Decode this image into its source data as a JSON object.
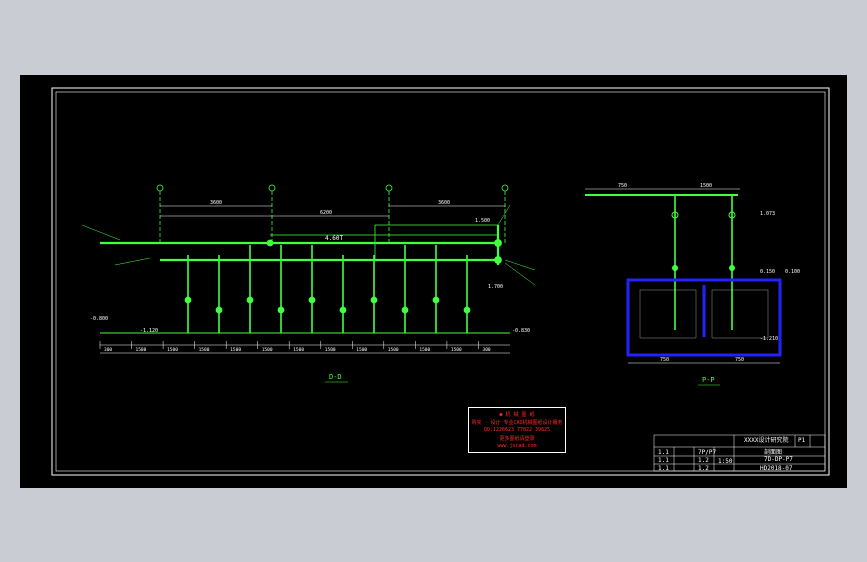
{
  "views": {
    "main_label": "D-D",
    "side_label": "P-P"
  },
  "dimensions": {
    "top_spans": [
      "3600",
      "6200",
      "3600"
    ],
    "right_small": "1.500",
    "side_top": [
      "750",
      "1500"
    ],
    "side_bottom": [
      "750",
      "750"
    ],
    "elev_main": "4.60T",
    "elev_right": "1.700",
    "bottom_row": [
      "300",
      "1500",
      "1500",
      "1500",
      "1500",
      "1500",
      "1500",
      "1500",
      "1500",
      "1500",
      "1500",
      "1500",
      "300"
    ],
    "elev_left": "-0.800",
    "elev_floor": "-1.120",
    "elev_right2": "-0.830",
    "side_elev1": "1.073",
    "side_elev2": "0.150",
    "side_elev3": "0.100",
    "side_elev4": "-1.210"
  },
  "stamp": {
    "line1": "● 机 械 图 纸",
    "line2": "购买 · 设计 专业CAD机械图纸设计服务",
    "line3": "QQ:1228623 77822 39625",
    "line4": "更多图纸请登录",
    "line5": "www.jxcad.com"
  },
  "title_block": {
    "project": "XXXX设计研究院",
    "drawing_title": "剖面图",
    "sheet_name": "7D-DP-P7",
    "scale": "1:50",
    "drawing_no": "HD2018-07",
    "sheet": "P1",
    "col_a": [
      "1.1",
      "1.1",
      "1.1"
    ],
    "col_b": [
      "7P/P7",
      "1.2",
      "1.2"
    ]
  },
  "colors": {
    "background": "#000000",
    "frame": "#ffffff",
    "pipe": "#41ff41",
    "dimension": "#5fd0ff",
    "tank": "#2222ff",
    "stamp_text": "#ff2a2a"
  }
}
